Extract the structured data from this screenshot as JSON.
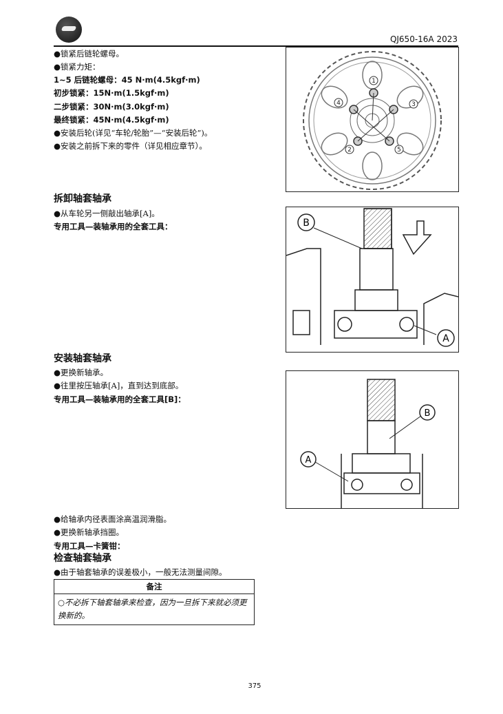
{
  "header": {
    "model": "QJ650-16A 2023",
    "logo": "qjmotor-logo"
  },
  "section1": {
    "lines": [
      "●锁紧后链轮螺母。",
      "●锁紧力矩："
    ],
    "torque": [
      "1~5 后链轮螺母：45 N·m(4.5kgf·m)",
      "初步锁紧：15N·m(1.5kgf·m)",
      "二步锁紧：30N·m(3.0kgf·m)",
      "最终锁紧：45N·m(4.5kgf·m)"
    ],
    "after": [
      "●安装后轮(详见“车轮/轮胎”—“安装后轮”)。",
      "●安装之前拆下来的零件（详见相应章节）。"
    ]
  },
  "remove": {
    "title": "拆卸轴套轴承",
    "lines": [
      "●从车轮另一侧敲出轴承[A]。"
    ],
    "tool": "专用工具—装轴承用的全套工具："
  },
  "install": {
    "title": "安装轴套轴承",
    "lines": [
      "●更换新轴承。",
      "●往里按压轴承[A]，直到达到底部。"
    ],
    "tool": "专用工具—装轴承用的全套工具[B]："
  },
  "after_install": {
    "lines": [
      "●给轴承内径表面涂高温润滑脂。",
      "●更换新轴承挡圈。"
    ],
    "tool": "专用工具—卡簧钳："
  },
  "inspect": {
    "title": "检查轴套轴承",
    "lines": [
      "●由于轴套轴承的误差极小，一般无法测量间隙。"
    ]
  },
  "note": {
    "title": "备注",
    "body": "○不必拆下轴套轴承来检查，因为一旦拆下来就必须更换新的。"
  },
  "figures": {
    "sprocket_labels": [
      "1",
      "2",
      "3",
      "4",
      "5"
    ],
    "remove_labels": [
      "B",
      "A"
    ],
    "install_labels": [
      "B",
      "A"
    ]
  },
  "page_number": "375"
}
